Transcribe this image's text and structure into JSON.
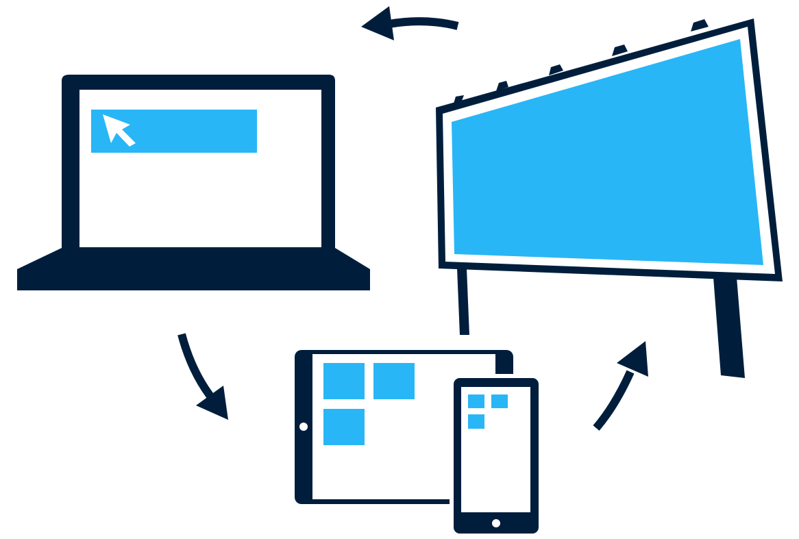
{
  "colors": {
    "navy": "#001e3c",
    "sky": "#29b6f6",
    "white": "#ffffff"
  },
  "diagram": {
    "nodes": [
      {
        "id": "laptop",
        "icon": "laptop-icon"
      },
      {
        "id": "billboard",
        "icon": "billboard-icon"
      },
      {
        "id": "tablet",
        "icon": "tablet-icon"
      },
      {
        "id": "phone",
        "icon": "phone-icon"
      }
    ],
    "flows": [
      {
        "from": "billboard",
        "to": "laptop",
        "icon": "arrow-icon"
      },
      {
        "from": "laptop",
        "to": "tablet",
        "icon": "arrow-icon"
      },
      {
        "from": "tablet",
        "to": "billboard",
        "icon": "arrow-icon"
      }
    ]
  }
}
